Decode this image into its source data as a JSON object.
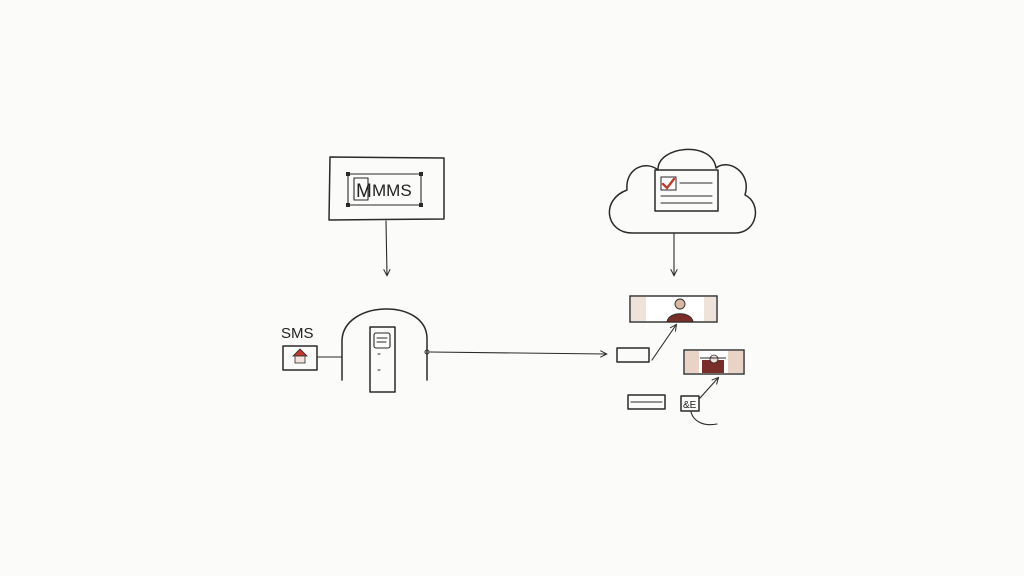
{
  "diagram": {
    "mms_label": "MMS",
    "mms_monogram": "M",
    "sms_label": "SMS",
    "tag_label": "&E"
  },
  "colors": {
    "ink": "#2a2a2a",
    "accent_red": "#c0392b",
    "maroon": "#7a2e2a",
    "skin": "#d9b8a4",
    "paper": "#fbfbf9"
  },
  "icons": {
    "mms_box": "message-box-icon",
    "sms_home": "home-icon",
    "gateway": "door-icon",
    "cloud": "cloud-icon",
    "check": "checkbox-icon"
  }
}
